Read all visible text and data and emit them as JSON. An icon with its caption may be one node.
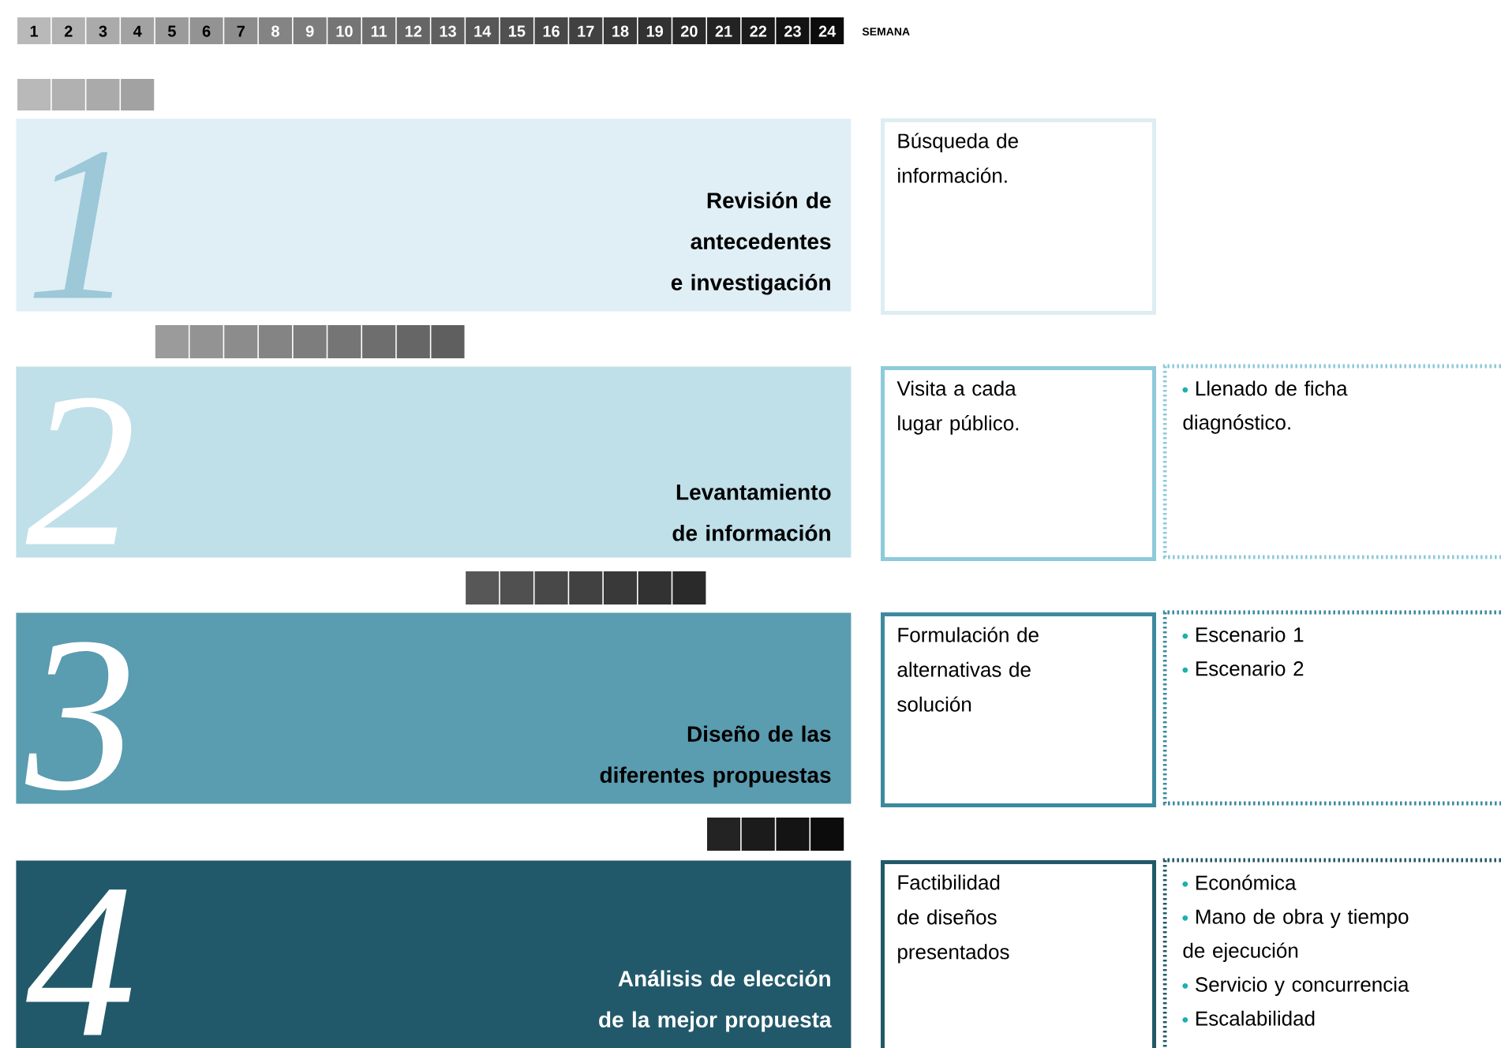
{
  "diagram": {
    "nodes": [
      {
        "text": [
          "1",
          "Revisión de antecedentes e investigación"
        ]
      },
      {
        "text": [
          "Búsqueda de información."
        ]
      },
      {
        "text": [
          "2",
          "Levantamiento de información"
        ]
      },
      {
        "text": [
          "Visita a cada lugar público."
        ]
      },
      {
        "text": [
          "Llenado de ficha diagnóstico."
        ]
      },
      {
        "text": [
          "3",
          "Diseño de las diferentes propuestas"
        ]
      },
      {
        "text": [
          "Formulación de alternativas de solución"
        ]
      },
      {
        "text": [
          "Escenario 1",
          "Escenario 2"
        ]
      },
      {
        "text": [
          "4",
          "Análisis de elección de la mejor propuesta"
        ]
      },
      {
        "text": [
          "Factibilidad de diseños presentados"
        ]
      },
      {
        "text": [
          "Económica",
          "Mano de obra y tiempo de ejecución",
          "Servicio y concurrencia",
          "Escalabilidad"
        ]
      }
    ],
    "labels": [
      "1",
      "2",
      "3",
      "4",
      "5",
      "6",
      "7",
      "8",
      "9",
      "10",
      "11",
      "12",
      "13",
      "14",
      "15",
      "16",
      "17",
      "18",
      "19",
      "20",
      "21",
      "22",
      "23",
      "24",
      "SEMANA"
    ]
  }
}
